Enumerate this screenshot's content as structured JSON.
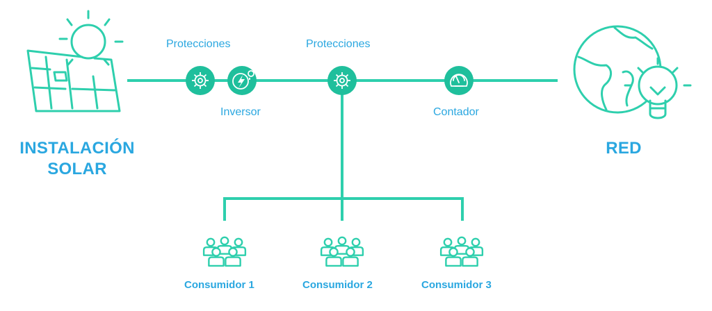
{
  "left_node": {
    "line1": "INSTALACIÓN",
    "line2": "SOLAR",
    "icon": "solar-panel-icon"
  },
  "right_node": {
    "label": "RED",
    "icon": "globe-lightbulb-icon"
  },
  "components": {
    "protecciones_1": "Protecciones",
    "inversor": "Inversor",
    "protecciones_2": "Protecciones",
    "contador": "Contador"
  },
  "consumers": [
    {
      "label": "Consumidor 1",
      "icon": "people-group-icon"
    },
    {
      "label": "Consumidor 2",
      "icon": "people-group-icon"
    },
    {
      "label": "Consumidor 3",
      "icon": "people-group-icon"
    }
  ],
  "colors": {
    "line": "#2ecfad",
    "node_fill": "#1fbf9c",
    "text": "#2aa7e0"
  }
}
